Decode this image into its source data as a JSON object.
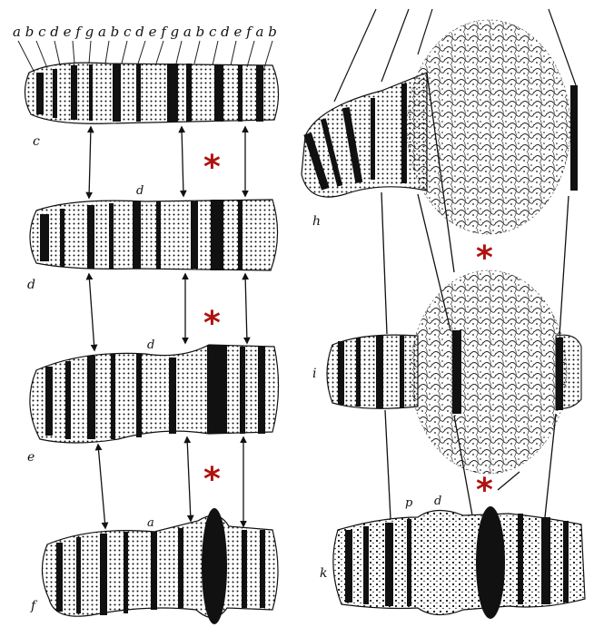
{
  "figure": {
    "top_letters": "a b c d e f g  a b c d e f g  a b c d e f  a b",
    "left_panel": {
      "segments": [
        {
          "label": "c",
          "band_label": ""
        },
        {
          "label": "d",
          "band_label": "d"
        },
        {
          "label": "e",
          "band_label": "d"
        },
        {
          "label": "f",
          "band_label": "a"
        }
      ]
    },
    "right_panel": {
      "segments": [
        {
          "label": "h",
          "band_labels": []
        },
        {
          "label": "i",
          "band_labels": []
        },
        {
          "label": "k",
          "band_labels": [
            "p",
            "d"
          ]
        }
      ]
    },
    "marker_symbol": "*",
    "colors": {
      "ink": "#111111",
      "marker": "#b0120f",
      "background": "#ffffff"
    }
  }
}
